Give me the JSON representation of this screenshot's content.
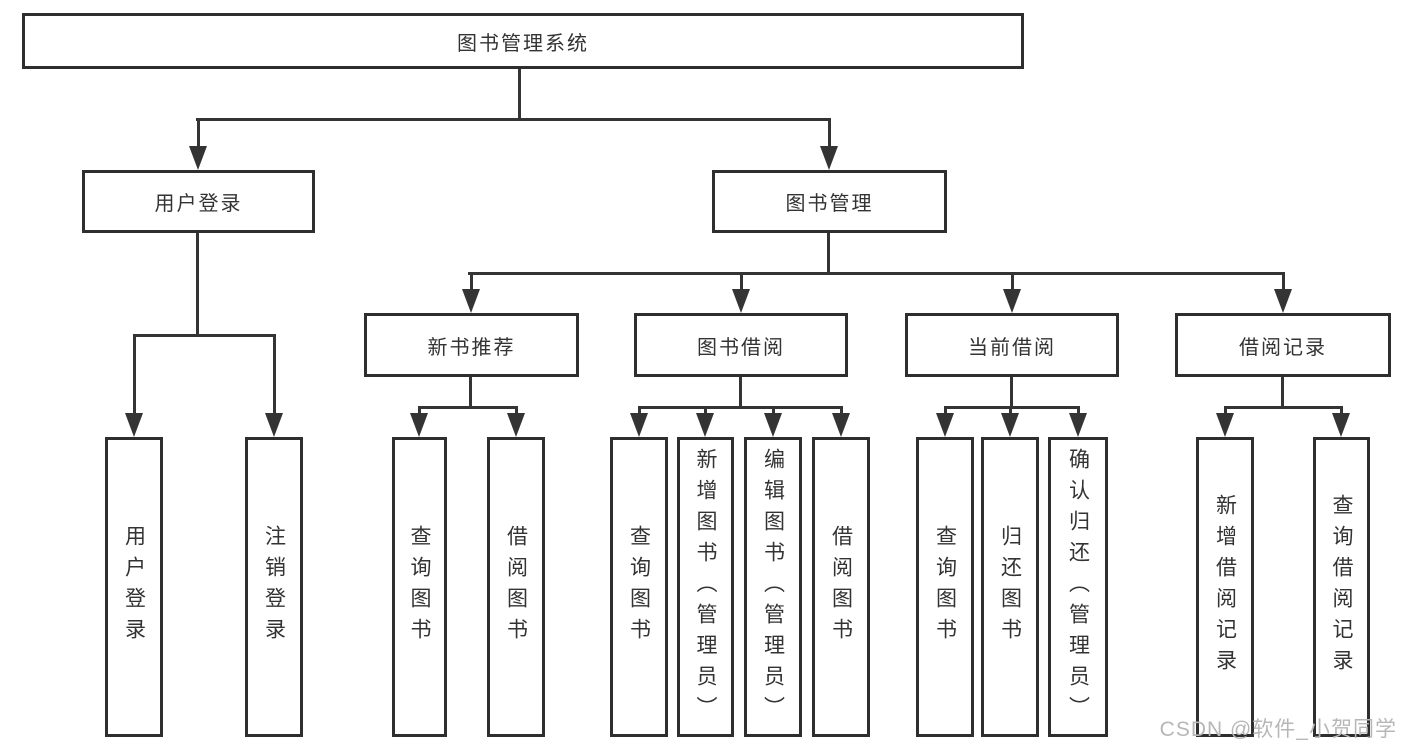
{
  "nodes": {
    "root": "图书管理系统",
    "user_login": "用户登录",
    "book_management": "图书管理",
    "new_book_recommend": "新书推荐",
    "book_borrow": "图书借阅",
    "current_borrow": "当前借阅",
    "borrow_record": "借阅记录",
    "ul_user_login": "用户登录",
    "ul_logout": "注销登录",
    "nb_query_books": "查询图书",
    "nb_borrow_books": "借阅图书",
    "bb_query_books": "查询图书",
    "bb_add_books_admin": "新增图书（管理员）",
    "bb_edit_books_admin": "编辑图书（管理员）",
    "bb_borrow_books": "借阅图书",
    "cb_query_books": "查询图书",
    "cb_return_books": "归还图书",
    "cb_confirm_return_admin": "确认归还（管理员）",
    "br_add_record": "新增借阅记录",
    "br_query_record": "查询借阅记录"
  },
  "hierarchy": {
    "图书管理系统": [
      "用户登录",
      "图书管理"
    ],
    "用户登录": [
      "用户登录",
      "注销登录"
    ],
    "图书管理": [
      "新书推荐",
      "图书借阅",
      "当前借阅",
      "借阅记录"
    ],
    "新书推荐": [
      "查询图书",
      "借阅图书"
    ],
    "图书借阅": [
      "查询图书",
      "新增图书（管理员）",
      "编辑图书（管理员）",
      "借阅图书"
    ],
    "当前借阅": [
      "查询图书",
      "归还图书",
      "确认归还（管理员）"
    ],
    "借阅记录": [
      "新增借阅记录",
      "查询借阅记录"
    ]
  },
  "watermark": "CSDN @软件_小贺同学",
  "colors": {
    "line": "#343434",
    "border": "#2e2e2e",
    "text": "#333333",
    "watermark": "#b7b7b7",
    "background": "#ffffff"
  }
}
